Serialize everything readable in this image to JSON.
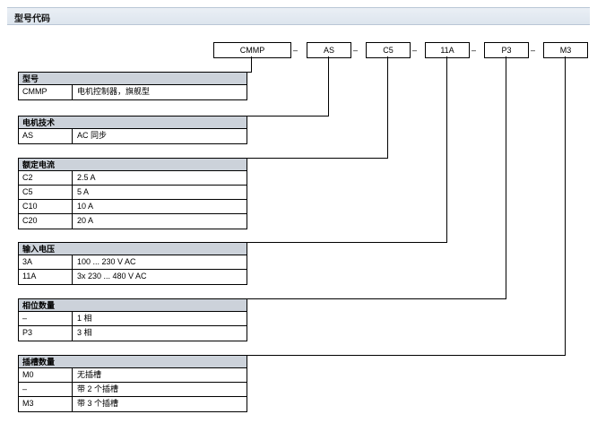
{
  "title": "型号代码",
  "code_row": [
    {
      "label": "CMMP",
      "sep": "–"
    },
    {
      "label": "AS",
      "sep": "–"
    },
    {
      "label": "C5",
      "sep": "–"
    },
    {
      "label": "11A",
      "sep": "–"
    },
    {
      "label": "P3",
      "sep": "–"
    },
    {
      "label": "M3",
      "sep": ""
    }
  ],
  "tables": [
    {
      "header": "型号",
      "rows": [
        {
          "code": "CMMP",
          "desc": "电机控制器，旗舰型"
        }
      ]
    },
    {
      "header": "电机技术",
      "rows": [
        {
          "code": "AS",
          "desc": "AC 同步"
        }
      ]
    },
    {
      "header": "额定电流",
      "rows": [
        {
          "code": "C2",
          "desc": "2.5 A"
        },
        {
          "code": "C5",
          "desc": "5 A"
        },
        {
          "code": "C10",
          "desc": "10 A"
        },
        {
          "code": "C20",
          "desc": "20 A"
        }
      ]
    },
    {
      "header": "输入电压",
      "rows": [
        {
          "code": "3A",
          "desc": "100 ... 230 V AC"
        },
        {
          "code": "11A",
          "desc": "3x 230 ... 480 V AC"
        }
      ]
    },
    {
      "header": "相位数量",
      "rows": [
        {
          "code": "–",
          "desc": "1 相"
        },
        {
          "code": "P3",
          "desc": "3 相"
        }
      ]
    },
    {
      "header": "插槽数量",
      "rows": [
        {
          "code": "M0",
          "desc": "无插槽"
        },
        {
          "code": "–",
          "desc": "带 2 个插槽"
        },
        {
          "code": "M3",
          "desc": "带 3 个插槽"
        }
      ]
    }
  ]
}
